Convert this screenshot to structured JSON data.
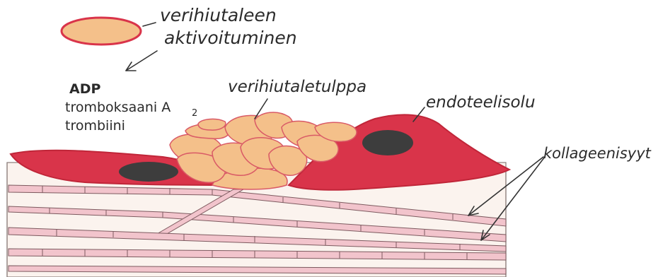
{
  "labels": {
    "platelet_activation_line1": "verihiutaleen",
    "platelet_activation_line2": "aktivoituminen",
    "adp": "ADP",
    "thromboxane": "tromboksaani A",
    "thromboxane_sub": "2",
    "thrombin": "trombiini",
    "platelet_plug": "verihiutaletulppa",
    "endothelial_cell": "endoteelisolu",
    "collagen_fibers": "kollageenisyyt"
  },
  "colors": {
    "cell_fill": "#d9344a",
    "cell_edge": "#c02639",
    "nucleus": "#3d3d3d",
    "platelet_fill": "#f4c08a",
    "platelet_edge": "#d95a66",
    "tissue_bg": "#fbf3ee",
    "fiber_fill": "#f2c4cc",
    "fiber_edge": "#7d5a5f"
  }
}
